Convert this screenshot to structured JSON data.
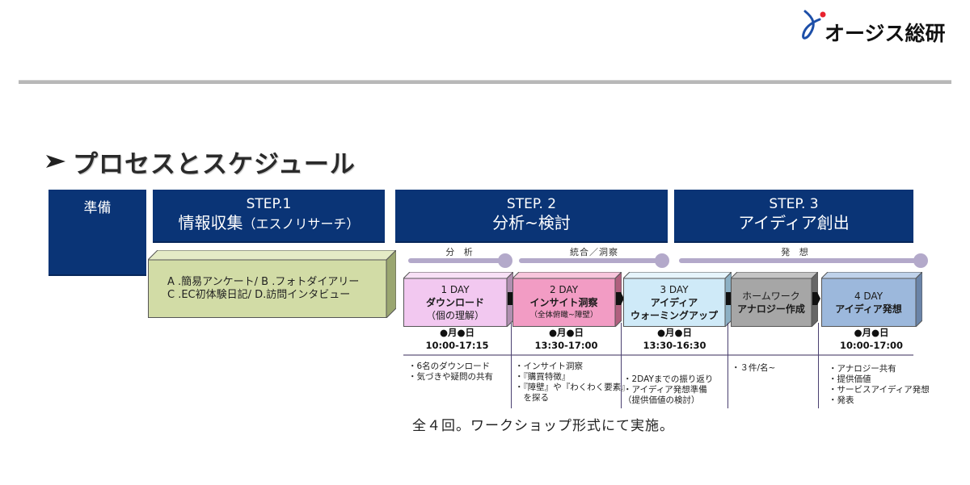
{
  "logo": {
    "text": "オージス総研",
    "icon": "ogis-swoosh-logo-icon",
    "accent_color": "#e8222e",
    "mark_color": "#1d4fa8"
  },
  "section": {
    "bullet_icon": "arrow-bullet-icon",
    "title": "プロセスとスケジュール"
  },
  "colors": {
    "step_header": "#0a3476",
    "research_box": "#d2dca6",
    "day1": "#f2c8f0",
    "day2": "#f29cc4",
    "day3": "#cfeaf8",
    "homework": "#a6a6a6",
    "day4": "#9cb8dc",
    "phase_bar": "#b3a9ca"
  },
  "prep": {
    "label": "準備"
  },
  "steps": [
    {
      "number": "STEP.1",
      "name": "情報収集",
      "name_suffix": "（エスノリサーチ）"
    },
    {
      "number": "STEP. 2",
      "name": "分析~検討",
      "name_suffix": ""
    },
    {
      "number": "STEP. 3",
      "name": "アイディア創出",
      "name_suffix": ""
    }
  ],
  "research": {
    "line1": "A .簡易アンケート/ B .フォトダイアリー",
    "line2": "C .EC初体験日記/ D.訪問インタビュー"
  },
  "phases": [
    {
      "label": "分 析"
    },
    {
      "label": "統合／洞察"
    },
    {
      "label": "発 想"
    }
  ],
  "sessions": [
    {
      "title": "1 DAY",
      "name": "ダウンロード",
      "sub": "（個の理解）",
      "date": "●月●日",
      "time": "10:00-17:15",
      "notes": [
        "・6名のダウンロード",
        "・気づきや疑問の共有"
      ]
    },
    {
      "title": "2 DAY",
      "name": "インサイト洞察",
      "sub": "（全体俯瞰~障壁）",
      "date": "●月●日",
      "time": "13:30-17:00",
      "notes": [
        "・インサイト洞察",
        "・『購買特徴』",
        "・『障壁』や『わくわく要素』",
        "　を探る"
      ]
    },
    {
      "title": "3 DAY",
      "name": "アイディア",
      "name2": "ウォーミングアップ",
      "date": "●月●日",
      "time": "13:30-16:30",
      "notes": [
        "・2DAYまでの振り返り",
        "・アイディア発想準備",
        "（提供価値の検討）"
      ]
    },
    {
      "title": "ホームワーク",
      "name": "アナロジー作成",
      "date": "",
      "time": "",
      "notes": [
        "・３件/名~"
      ]
    },
    {
      "title": "4 DAY",
      "name": "アイディア発想",
      "date": "●月●日",
      "time": "10:00-17:00",
      "notes": [
        "・アナロジー共有",
        "・提供価値",
        "・サービスアイディア発想",
        "・発表"
      ]
    }
  ],
  "footer_note": "全４回。ワークショップ形式にて実施。"
}
